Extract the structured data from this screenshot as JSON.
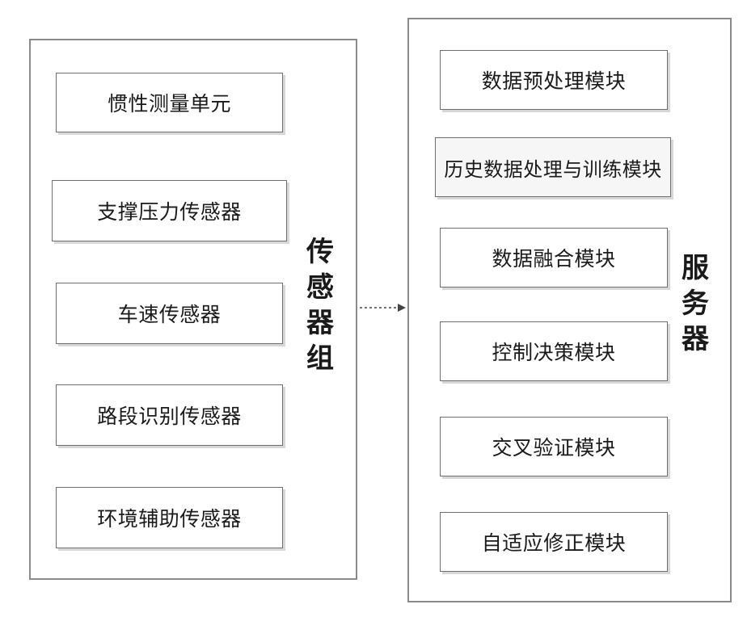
{
  "sensor_group": {
    "label": [
      "传",
      "感",
      "器",
      "组"
    ],
    "items": [
      {
        "label": "惯性测量单元"
      },
      {
        "label": "支撑压力传感器"
      },
      {
        "label": "车速传感器"
      },
      {
        "label": "路段识别传感器"
      },
      {
        "label": "环境辅助传感器"
      }
    ]
  },
  "server": {
    "label": [
      "服",
      "务",
      "器"
    ],
    "items": [
      {
        "label": "数据预处理模块"
      },
      {
        "label": "历史数据处理与训练模块"
      },
      {
        "label": "数据融合模块"
      },
      {
        "label": "控制决策模块"
      },
      {
        "label": "交叉验证模块"
      },
      {
        "label": "自适应修正模块"
      }
    ]
  },
  "colors": {
    "border": "#8a8a8a",
    "text": "#1a1a1a",
    "background": "#ffffff"
  }
}
